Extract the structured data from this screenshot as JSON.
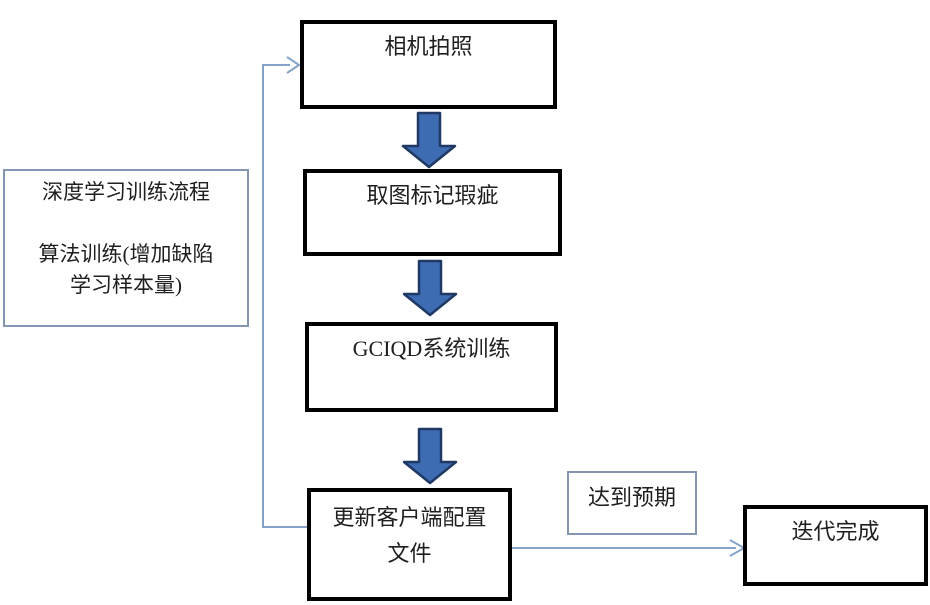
{
  "diagram": {
    "type": "flowchart",
    "description_box": {
      "text": "深度学习训练流程\n\n算法训练(增加缺陷\n学习样本量)"
    },
    "nodes": [
      {
        "id": "camera-capture",
        "label": "相机拍照"
      },
      {
        "id": "mark-defects",
        "label": "取图标记瑕疵"
      },
      {
        "id": "gciqd-training",
        "label": "GCIQD系统训练"
      },
      {
        "id": "update-client-config",
        "label": "更新客户端配置\n文件"
      },
      {
        "id": "iteration-complete",
        "label": "迭代完成"
      }
    ],
    "edge_label_expected": "达到预期",
    "edges": [
      {
        "from": "camera-capture",
        "to": "mark-defects",
        "style": "block-arrow-down"
      },
      {
        "from": "mark-defects",
        "to": "gciqd-training",
        "style": "block-arrow-down"
      },
      {
        "from": "gciqd-training",
        "to": "update-client-config",
        "style": "block-arrow-down"
      },
      {
        "from": "update-client-config",
        "to": "iteration-complete",
        "style": "thin-arrow-right",
        "label": "达到预期"
      },
      {
        "from": "update-client-config",
        "to": "camera-capture",
        "style": "thin-arrow-feedback-loop"
      }
    ],
    "colors": {
      "background": "#ffffff",
      "node_fill": "#ffffff",
      "node_border": "#000000",
      "thin_border": "#8496b0",
      "connector": "#85a3c8",
      "block_arrow_fill": "#3e6cb3",
      "block_arrow_stroke": "#1f3864",
      "text": "#1f1f1f"
    }
  }
}
